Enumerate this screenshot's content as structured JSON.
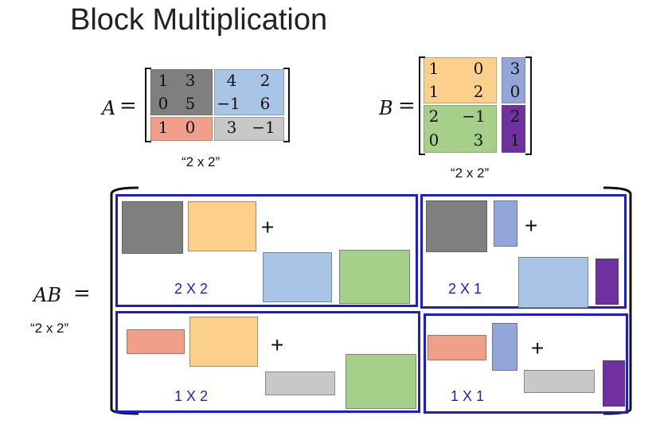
{
  "title": "Block Multiplication",
  "colors": {
    "dark": "#7f7f7f",
    "orange": "#fcd08a",
    "blue": "#a8c4e6",
    "salmon": "#f0a088",
    "lightgray": "#c8c8c8",
    "green": "#a6d08a",
    "periwinkle": "#93a6da",
    "purple": "#7030a0",
    "box_border": "#1e1ec8"
  },
  "matrixA": {
    "label": "A",
    "equals": "=",
    "rows": [
      [
        "1",
        "3",
        "4",
        "2"
      ],
      [
        "0",
        "5",
        "−1",
        "6"
      ],
      [
        "1",
        "0",
        "3",
        "−1"
      ]
    ],
    "dimension": "“2 x 2”"
  },
  "matrixB": {
    "label": "B",
    "equals": "=",
    "rows": [
      [
        "1",
        "0",
        "3"
      ],
      [
        "1",
        "2",
        "0"
      ],
      [
        "2",
        "−1",
        "2"
      ],
      [
        "0",
        "3",
        "1"
      ]
    ],
    "dimension": "“2 x 2”"
  },
  "product": {
    "label": "AB",
    "equals": "=",
    "dimension": "“2 x 2”",
    "blocks": [
      {
        "dims": "2 X 2",
        "plus": "+"
      },
      {
        "dims": "2 X 1",
        "plus": "+"
      },
      {
        "dims": "1 X 2",
        "plus": "+"
      },
      {
        "dims": "1 X 1",
        "plus": "+"
      }
    ]
  }
}
